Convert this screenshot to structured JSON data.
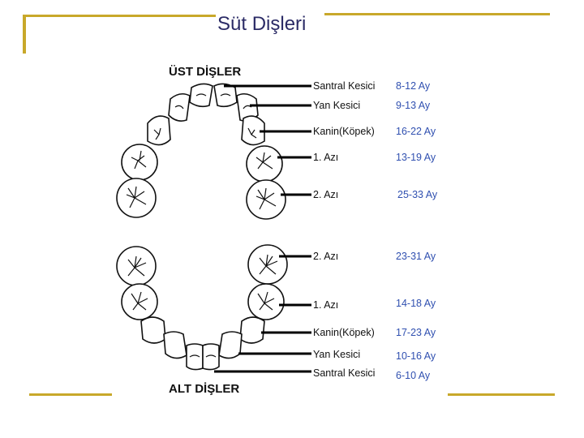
{
  "title": "Süt Dişleri",
  "colors": {
    "accent": "#c8a82a",
    "age_text": "#3050b0",
    "title_text": "#2b2b66"
  },
  "upper": {
    "heading": "ÜST DİŞLER",
    "rows": [
      {
        "name": "Santral Kesici",
        "age": "8-12 Ay"
      },
      {
        "name": "Yan Kesici",
        "age": "9-13 Ay"
      },
      {
        "name": "Kanin(Köpek)",
        "age": "16-22 Ay"
      },
      {
        "name": "1. Azı",
        "age": "13-19 Ay"
      },
      {
        "name": "2. Azı",
        "age": "25-33 Ay"
      }
    ]
  },
  "lower": {
    "heading": "ALT DİŞLER",
    "rows": [
      {
        "name": "2. Azı",
        "age": "23-31 Ay"
      },
      {
        "name": "1. Azı",
        "age": "14-18 Ay"
      },
      {
        "name": "Kanin(Köpek)",
        "age": "17-23 Ay"
      },
      {
        "name": "Yan Kesici",
        "age": "10-16 Ay"
      },
      {
        "name": "Santral Kesici",
        "age": "6-10 Ay"
      }
    ]
  }
}
